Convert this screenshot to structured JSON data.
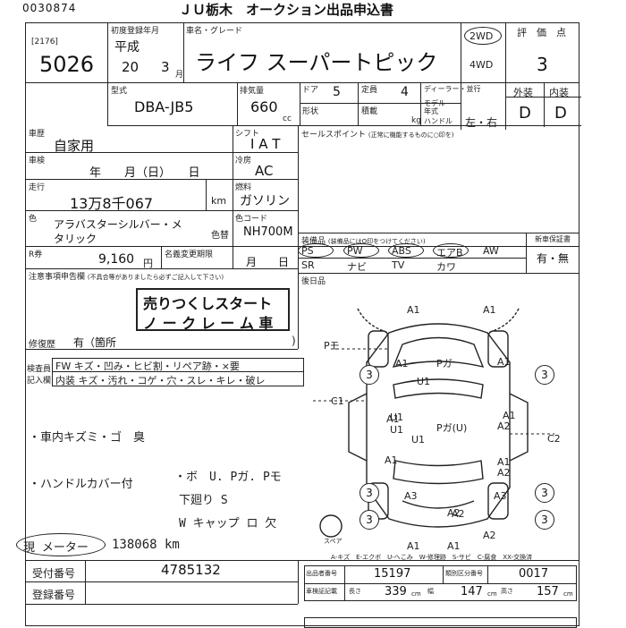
{
  "header": {
    "serial": "0030874",
    "title": "ＪＵ栃木　オークション出品申込書"
  },
  "lot": {
    "small_no": "2176",
    "lot_no": "5026"
  },
  "first_reg": {
    "label": "初度登録年月",
    "era": "平成",
    "year": "20",
    "month": "3",
    "month_unit": "月"
  },
  "name": {
    "label": "車名・グレード",
    "value": "ライフ スーパートピック"
  },
  "drive": {
    "two_wd": "2WD",
    "four_wd": "4WD"
  },
  "score": {
    "label": "評　価　点",
    "value": "3",
    "ext_label": "外装",
    "int_label": "内装",
    "ext": "D",
    "int": "D"
  },
  "model": {
    "label": "型式",
    "value": "DBA-JB5"
  },
  "displacement": {
    "label": "排気量",
    "value": "660",
    "unit": "cc"
  },
  "doors": {
    "label": "ドア",
    "value": "5"
  },
  "capacity": {
    "label": "定員",
    "value": "4"
  },
  "dealer": {
    "label": "ディーラー・並行"
  },
  "shape_label": "形状",
  "load_label": "積載",
  "model_year": {
    "label1": "モデル",
    "label2": "年式",
    "weight_unit": "kg"
  },
  "handle": {
    "label": "ハンドル",
    "value": "左・右"
  },
  "usage": {
    "label": "車歴",
    "value": "自家用"
  },
  "shift": {
    "label": "シフト",
    "value": "I A T"
  },
  "inspection": {
    "label": "車検",
    "value": "年　　月（日）　　日"
  },
  "ac": {
    "label": "冷房",
    "value": "AC"
  },
  "mileage": {
    "label": "走行",
    "value": "13万8千067",
    "unit": "km"
  },
  "fuel": {
    "label": "燃料",
    "value": "ガソリン"
  },
  "color": {
    "label": "色",
    "value1": "アラバスターシルバー・メ",
    "value2": "タリック",
    "change_label": "色替"
  },
  "color_code": {
    "label": "色コード",
    "value": "NH700M"
  },
  "recycle": {
    "label": "R券",
    "value": "9,160",
    "unit": "円"
  },
  "meigi": {
    "label": "名義変更期限",
    "value": "月　　日"
  },
  "notes_label": "注意事項申告欄",
  "notes_sub": "(不具合等がありましたら必ずご記入して下さい)",
  "stamp": {
    "line1": "売りつくしスタート",
    "line2": "ノ ー ク レ ー ム 車"
  },
  "repair": {
    "label": "修復歴",
    "value": "有（箇所"
  },
  "sales_point_label": "セールスポイント",
  "sales_point_sub": "(正常に機能するものに○印を)",
  "equip": {
    "label": "装備品",
    "sub": "(装備品にはO印をつけてください)",
    "row1": [
      "PS",
      "PW",
      "ABS",
      "エアB",
      "AW"
    ],
    "row2": [
      "SR",
      "ナビ",
      "TV",
      "カワ"
    ]
  },
  "tire": {
    "label": "新車保証書",
    "value": "有・無"
  },
  "extra_label": "後日品",
  "inspector": {
    "label1": "検査員",
    "label2": "記入欄",
    "row1": "FW キズ・凹み・ヒビ割・リペア跡・×要",
    "row2": "内装 キズ・汚れ・コゲ・穴・スレ・キレ・破レ"
  },
  "handwritten": {
    "l1": "・車内キズミ・ゴ　臭",
    "l2": "・ハンドルカバー付",
    "l3": "・ボ　U. Pガ. Pモ",
    "l4": "下廻り S",
    "l5": "W キャップ ロ 欠",
    "mileage_label": "現 メーター",
    "mileage_value": "138068 km"
  },
  "diagram": {
    "labels": [
      "A1",
      "A1",
      "A1",
      "A1",
      "A1",
      "A1",
      "A1",
      "A1",
      "A1",
      "A1",
      "A2",
      "A2",
      "A2",
      "A2",
      "U1",
      "U1",
      "A2",
      "A3",
      "A3",
      "U1",
      "U1",
      "3",
      "3",
      "3",
      "3",
      "3",
      "3",
      "C1",
      "C2",
      "Pガ",
      "Pガ(U)"
    ],
    "p_label": "Pモ",
    "spare": "スペア"
  },
  "legend": "A-キズ　E-エクボ　U-へこみ　W-修理跡　S-サビ　C-腐食　XX-交換済",
  "bottom": {
    "reg_no_label": "受付番号",
    "reg_no_value": "4785132",
    "plate_label": "登録番号",
    "seller_label": "出品者番号",
    "seller_value": "15197",
    "class_label": "類別区分番号",
    "class_value": "0017",
    "dims_label": "車検証記載",
    "length_label": "長さ",
    "length_value": "339",
    "width_label": "幅",
    "width_value": "147",
    "height_label": "高さ",
    "height_value": "157",
    "cm": "cm"
  }
}
